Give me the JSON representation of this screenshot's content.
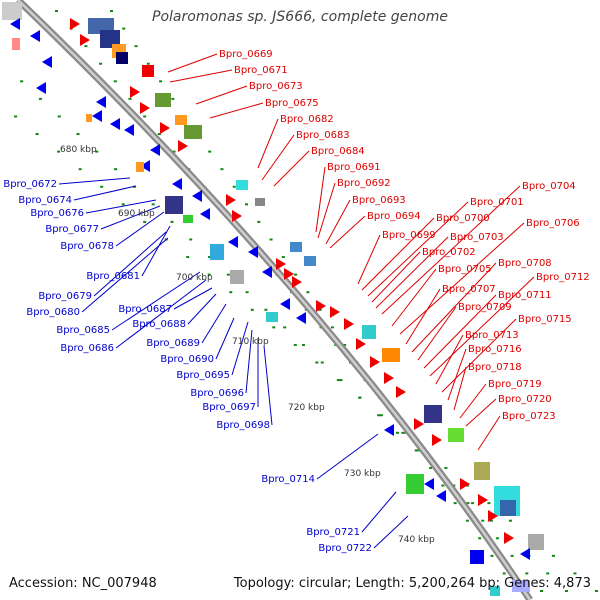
{
  "title": "Polaromonas sp. JS666, complete genome",
  "accession": "Accession: NC_007948",
  "topology": "Topology: circular; Length: 5,200,264 bp; Genes: 4,873",
  "colors": {
    "plus_label": "#dd0000",
    "minus_label": "#0000cc",
    "backbone": "#999999",
    "dots": "#118811"
  },
  "ticks": [
    "680 kbp",
    "690 kbp",
    "700 kbp",
    "710 kbp",
    "720 kbp",
    "730 kbp",
    "740 kbp"
  ],
  "plus_labels": [
    "Bpro_0669",
    "Bpro_0671",
    "Bpro_0673",
    "Bpro_0675",
    "Bpro_0682",
    "Bpro_0683",
    "Bpro_0684",
    "Bpro_0691",
    "Bpro_0692",
    "Bpro_0693",
    "Bpro_0694",
    "Bpro_0699",
    "Bpro_0700",
    "Bpro_0701",
    "Bpro_0702",
    "Bpro_0703",
    "Bpro_0704",
    "Bpro_0705",
    "Bpro_0706",
    "Bpro_0707",
    "Bpro_0708",
    "Bpro_0709",
    "Bpro_0711",
    "Bpro_0712",
    "Bpro_0713",
    "Bpro_0715",
    "Bpro_0716",
    "Bpro_0718",
    "Bpro_0719",
    "Bpro_0720",
    "Bpro_0723"
  ],
  "minus_labels": [
    "Bpro_0672",
    "Bpro_0674",
    "Bpro_0676",
    "Bpro_0677",
    "Bpro_0678",
    "Bpro_0679",
    "Bpro_0680",
    "Bpro_0681",
    "Bpro_0685",
    "Bpro_0686",
    "Bpro_0687",
    "Bpro_0688",
    "Bpro_0689",
    "Bpro_0690",
    "Bpro_0695",
    "Bpro_0696",
    "Bpro_0697",
    "Bpro_0698",
    "Bpro_0714",
    "Bpro_0721",
    "Bpro_0722"
  ]
}
